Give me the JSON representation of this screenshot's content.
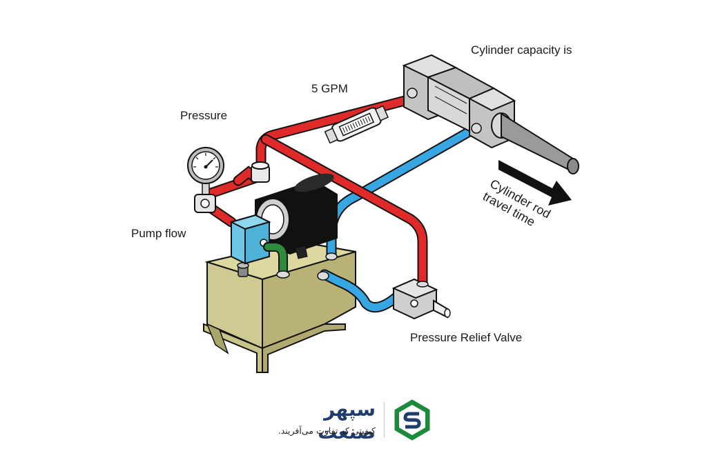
{
  "labels": {
    "pressure": "Pressure",
    "flow_rate": "5 GPM",
    "cylinder_capacity": "Cylinder capacity is",
    "pump_flow": "Pump flow",
    "travel_time": "Cylinder rod\ntravel time",
    "relief_valve": "Pressure Relief Valve"
  },
  "logo": {
    "name": "سپهر صنعت",
    "tagline": "کیفیتی که تفاوت می‌آفریند.",
    "icon": "hexagon-s-logo-icon"
  },
  "colors": {
    "pressure_line": "#e02a2a",
    "return_line": "#36a7e3",
    "suction_line": "#2e8b3c",
    "reservoir": "#c9c48a",
    "pump": "#6cc6e6",
    "motor": "#111111",
    "logo_green": "#1b8a3a",
    "logo_navy": "#1f3c6e"
  }
}
